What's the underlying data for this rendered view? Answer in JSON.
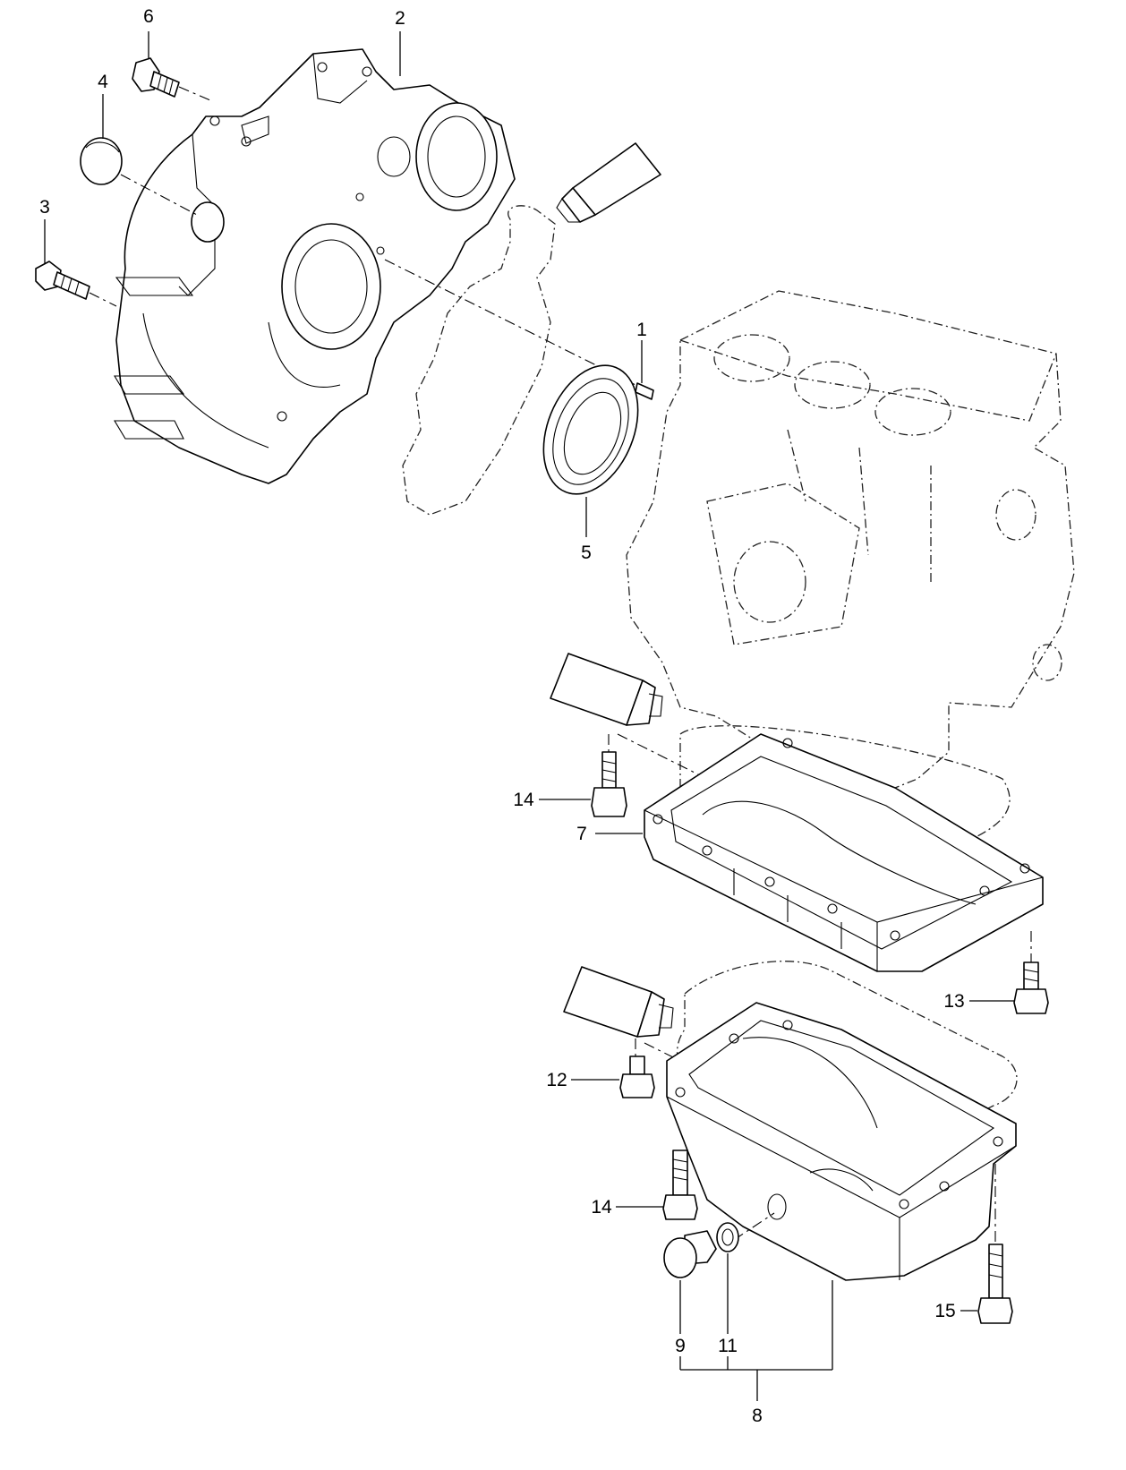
{
  "callouts": [
    {
      "id": "c1",
      "label": "1"
    },
    {
      "id": "c2",
      "label": "2"
    },
    {
      "id": "c3",
      "label": "3"
    },
    {
      "id": "c4",
      "label": "4"
    },
    {
      "id": "c5",
      "label": "5"
    },
    {
      "id": "c6",
      "label": "6"
    },
    {
      "id": "c7",
      "label": "7"
    },
    {
      "id": "c8",
      "label": "8"
    },
    {
      "id": "c9",
      "label": "9"
    },
    {
      "id": "c11",
      "label": "11"
    },
    {
      "id": "c12",
      "label": "12"
    },
    {
      "id": "c13",
      "label": "13"
    },
    {
      "id": "c14a",
      "label": "14"
    },
    {
      "id": "c14b",
      "label": "14"
    },
    {
      "id": "c15",
      "label": "15"
    }
  ]
}
